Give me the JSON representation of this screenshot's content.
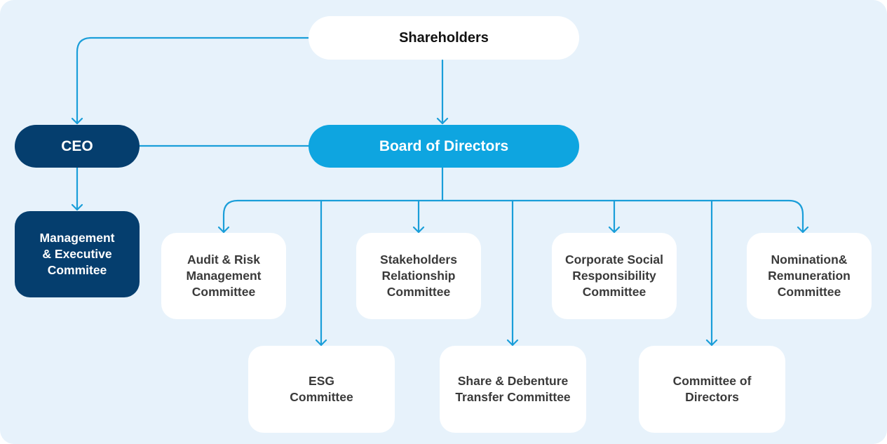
{
  "nodes": {
    "shareholders": "Shareholders",
    "board": "Board of Directors",
    "ceo": "CEO",
    "management": "Management\n& Executive\nCommitee",
    "audit": "Audit & Risk\nManagement\nCommittee",
    "stakeholders": "Stakeholders\nRelationship\nCommittee",
    "csr": "Corporate Social\nResponsibility\nCommittee",
    "nomination": "Nomination&\nRemuneration\nCommittee",
    "esg": "ESG\nCommittee",
    "share_transfer": "Share & Debenture\nTransfer Committee",
    "committee_directors": "Committee of\nDirectors"
  },
  "colors": {
    "background": "#e7f2fb",
    "connector": "#1a9ed9",
    "board_fill": "#0ea5e0",
    "executive_fill": "#053e6e",
    "committee_fill": "#ffffff"
  }
}
